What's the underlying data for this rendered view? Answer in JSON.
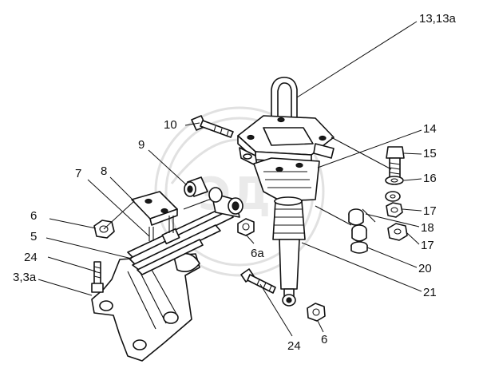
{
  "watermark": {
    "text": "ЭД"
  },
  "callouts": [
    {
      "id": "c13",
      "text": "13,13а"
    },
    {
      "id": "c14",
      "text": "14"
    },
    {
      "id": "c15",
      "text": "15"
    },
    {
      "id": "c16",
      "text": "16"
    },
    {
      "id": "c17a",
      "text": "17"
    },
    {
      "id": "c18",
      "text": "18"
    },
    {
      "id": "c17b",
      "text": "17"
    },
    {
      "id": "c20",
      "text": "20"
    },
    {
      "id": "c21",
      "text": "21"
    },
    {
      "id": "c10",
      "text": "10"
    },
    {
      "id": "c9",
      "text": "9"
    },
    {
      "id": "c8",
      "text": "8"
    },
    {
      "id": "c7",
      "text": "7"
    },
    {
      "id": "c6a",
      "text": "6"
    },
    {
      "id": "c5",
      "text": "5"
    },
    {
      "id": "c24a",
      "text": "24"
    },
    {
      "id": "c33a",
      "text": "3,3а"
    },
    {
      "id": "c6sub",
      "text": "6а"
    },
    {
      "id": "c24b",
      "text": "24"
    },
    {
      "id": "c6b",
      "text": "6"
    }
  ]
}
